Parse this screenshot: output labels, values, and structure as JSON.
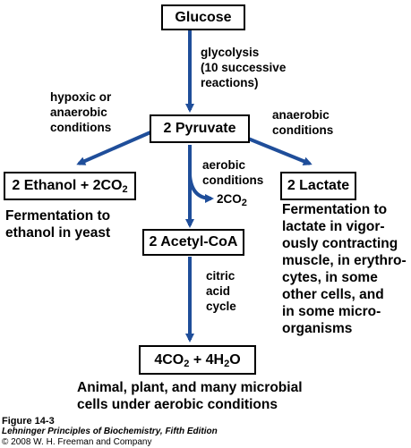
{
  "nodes": {
    "glucose": "Glucose",
    "pyruvate": "2 Pyruvate",
    "ethanol_pre": "2 Ethanol + 2CO",
    "ethanol_sub": "2",
    "lactate": "2 Lactate",
    "acetylcoa": "2 Acetyl-CoA",
    "final_a": "4CO",
    "final_b": "2",
    "final_c": " + 4H",
    "final_d": "2",
    "final_e": "O"
  },
  "edge_labels": {
    "glycolysis": [
      "glycolysis",
      "(10 successive",
      "reactions)"
    ],
    "hypoxic": [
      "hypoxic or",
      "anaerobic",
      "conditions"
    ],
    "anaerobic_right": [
      "anaerobic",
      "conditions"
    ],
    "aerobic": [
      "aerobic",
      "conditions"
    ],
    "co2_pre": "2CO",
    "co2_sub": "2",
    "citric": [
      "citric",
      "acid",
      "cycle"
    ]
  },
  "descriptions": {
    "yeast": [
      "Fermentation to",
      "ethanol in yeast"
    ],
    "lactate": [
      "Fermentation to",
      "lactate in vigor-",
      "ously contracting",
      "muscle, in erythro-",
      "cytes, in some",
      "other cells, and",
      "in some micro-",
      "organisms"
    ],
    "aerobic_cells": [
      "Animal, plant, and many microbial",
      "cells under aerobic conditions"
    ]
  },
  "caption": {
    "figure": "Figure 14-3",
    "book": "Lehninger Principles of Biochemistry, Fifth Edition",
    "copyright": "© 2008 W. H. Freeman and Company"
  },
  "colors": {
    "arrow": "#1f4e9a",
    "box_border": "#000000"
  }
}
